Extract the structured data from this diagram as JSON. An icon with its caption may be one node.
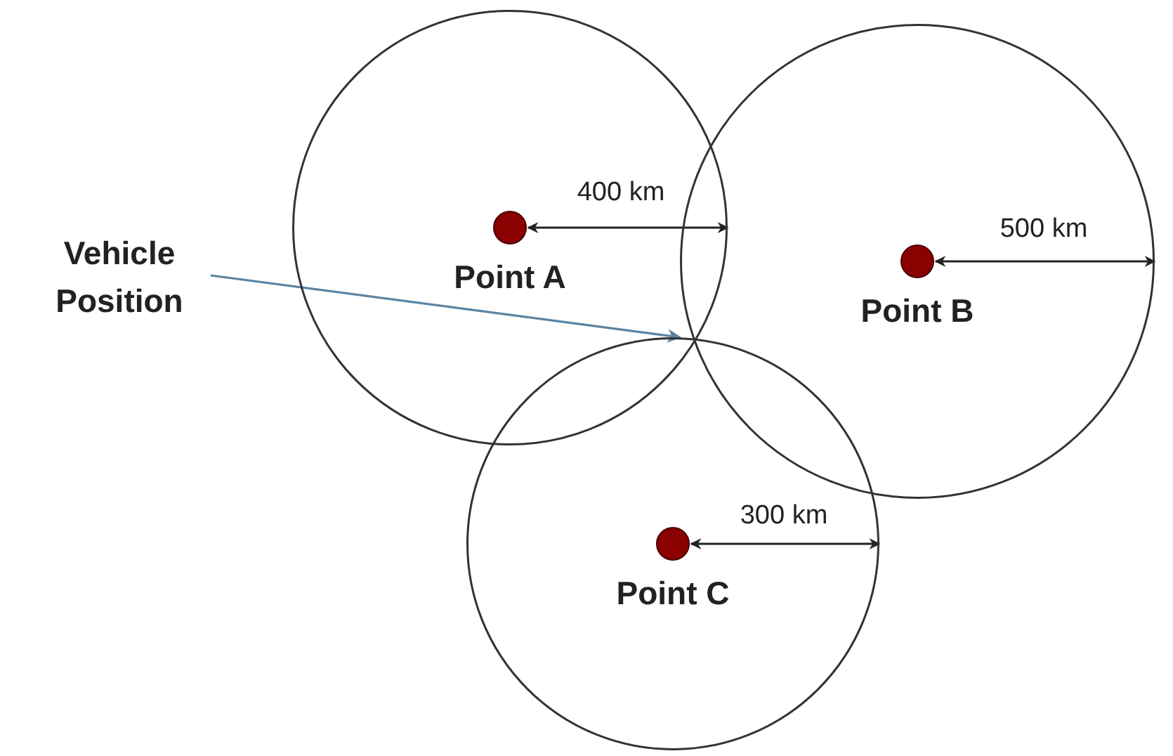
{
  "diagram": {
    "nodes": [
      {
        "text": [
          "Vehicle Position"
        ]
      },
      {
        "text": [
          "Point A"
        ]
      },
      {
        "text": [
          "Point B"
        ]
      },
      {
        "text": [
          "Point C"
        ]
      }
    ],
    "edges": [
      {
        "from": 0,
        "to": 3,
        "arrow": "to",
        "color": "#5b84a3"
      }
    ],
    "labels": [
      "400 km",
      "500 km",
      "300 km"
    ]
  }
}
